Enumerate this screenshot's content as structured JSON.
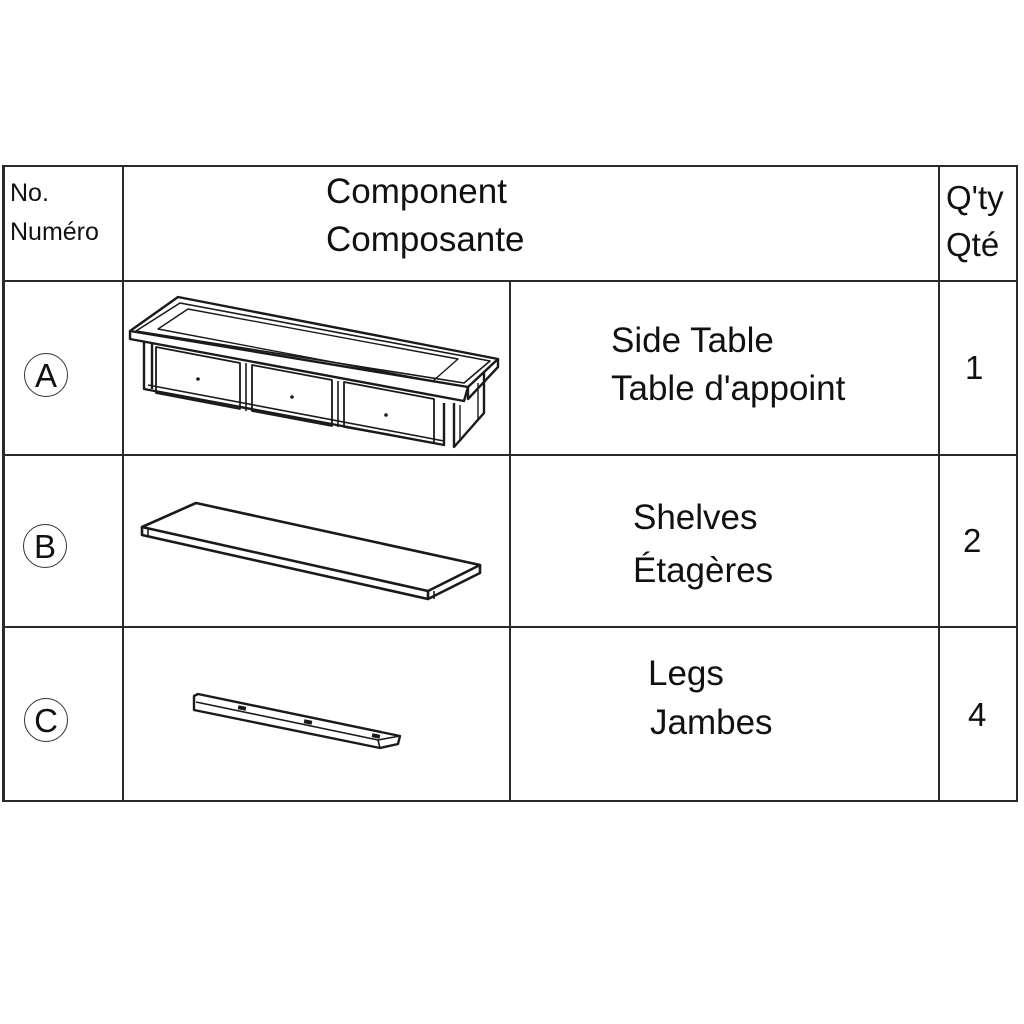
{
  "header": {
    "no_en": "No.",
    "no_fr": "Numéro",
    "component_en": "Component",
    "component_fr": "Composante",
    "qty_en": "Q'ty",
    "qty_fr": "Qté"
  },
  "rows": [
    {
      "id": "A",
      "icon": "side-table-drawing",
      "name_en": "Side Table",
      "name_fr": "Table d'appoint",
      "qty": "1"
    },
    {
      "id": "B",
      "icon": "shelf-board-drawing",
      "name_en": "Shelves",
      "name_fr": "Étagères",
      "qty": "2"
    },
    {
      "id": "C",
      "icon": "leg-drawing",
      "name_en": "Legs",
      "name_fr": "Jambes",
      "qty": "4"
    }
  ]
}
